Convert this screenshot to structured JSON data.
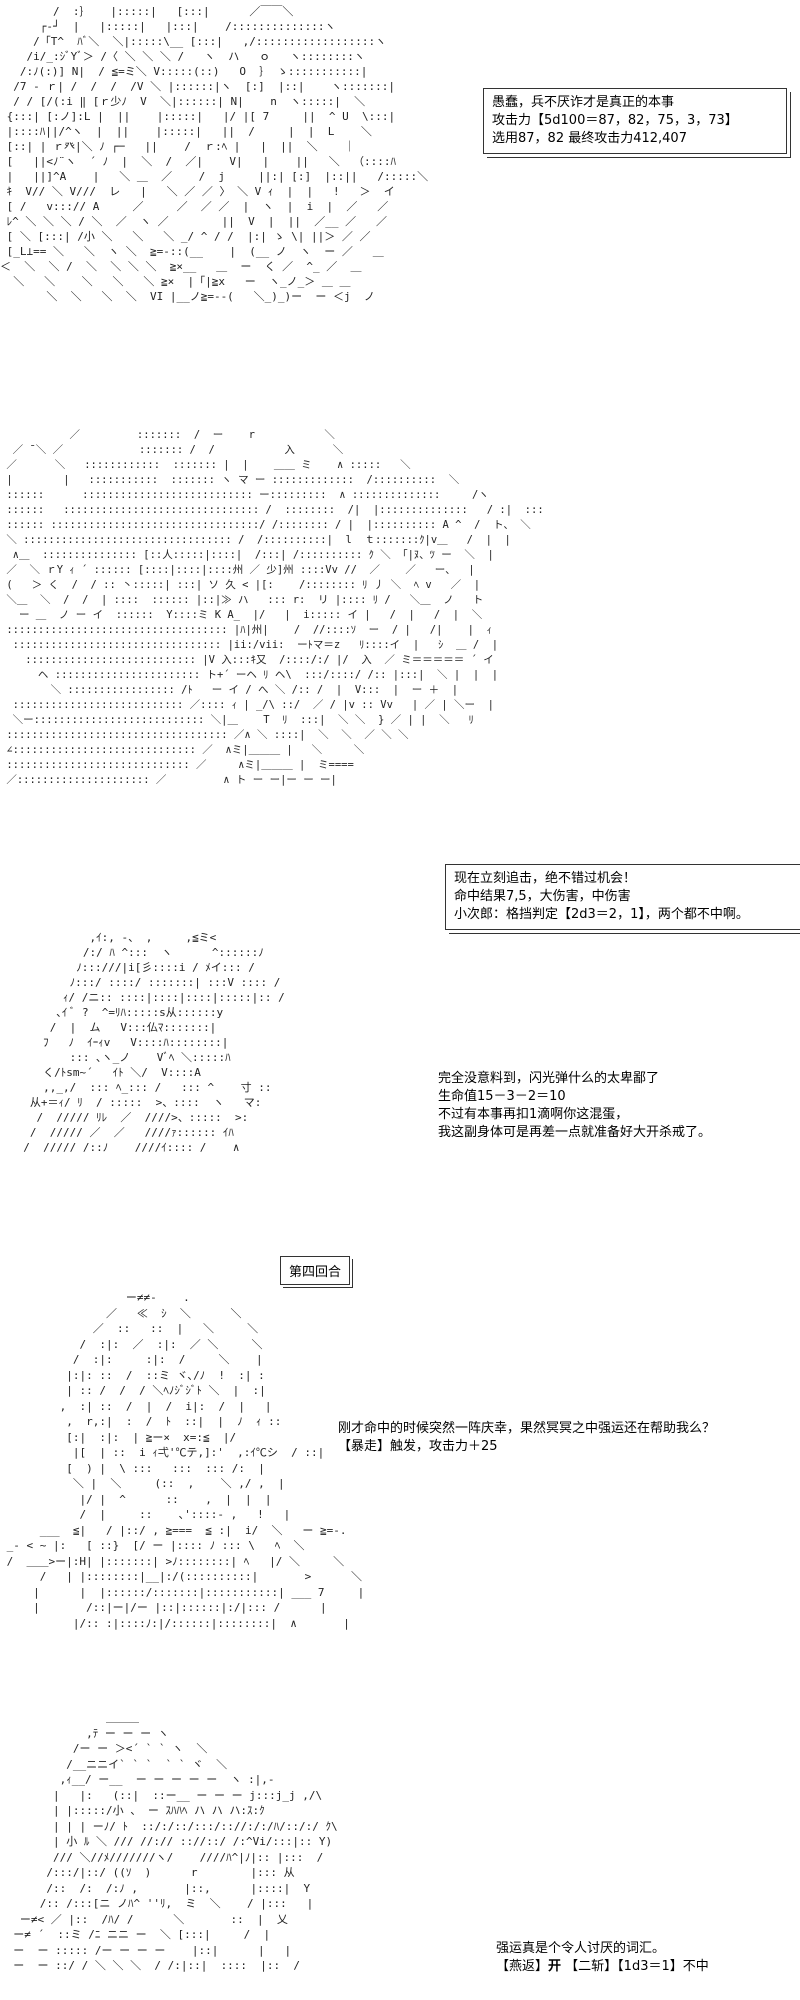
{
  "panel1": {
    "box_lines": [
      "愚蠢，兵不厌诈才是真正的本事",
      "攻击力【5d100＝87，82，75，3，73】",
      "选用87，82 最终攻击力412,407"
    ]
  },
  "panel2": {
    "box_lines": [
      "现在立刻追击，绝不错过机会！",
      "命中结果7,5，大伤害，中伤害",
      "小次郎：格挡判定【2d3＝2，1】，两个都不中啊。"
    ]
  },
  "panel3": {
    "text_lines": [
      "完全没意料到，闪光弹什么的太卑鄙了",
      "生命值15－3－2＝10",
      "不过有本事再扣1滴啊你这混蛋，",
      "我这副身体可是再差一点就准备好大开杀戒了。"
    ]
  },
  "round_header": "第四回合",
  "panel4": {
    "text_lines": [
      "刚才命中的时候突然一阵庆幸，果然冥冥之中强运还在帮助我么？",
      "【暴走】触发，攻击力＋25"
    ]
  },
  "panel5": {
    "line1": "强运真是个令人讨厌的词汇。",
    "line2_a": "【燕返】",
    "line2_b": "开",
    "line2_c": "【二斩】【1d3＝1】不中"
  }
}
